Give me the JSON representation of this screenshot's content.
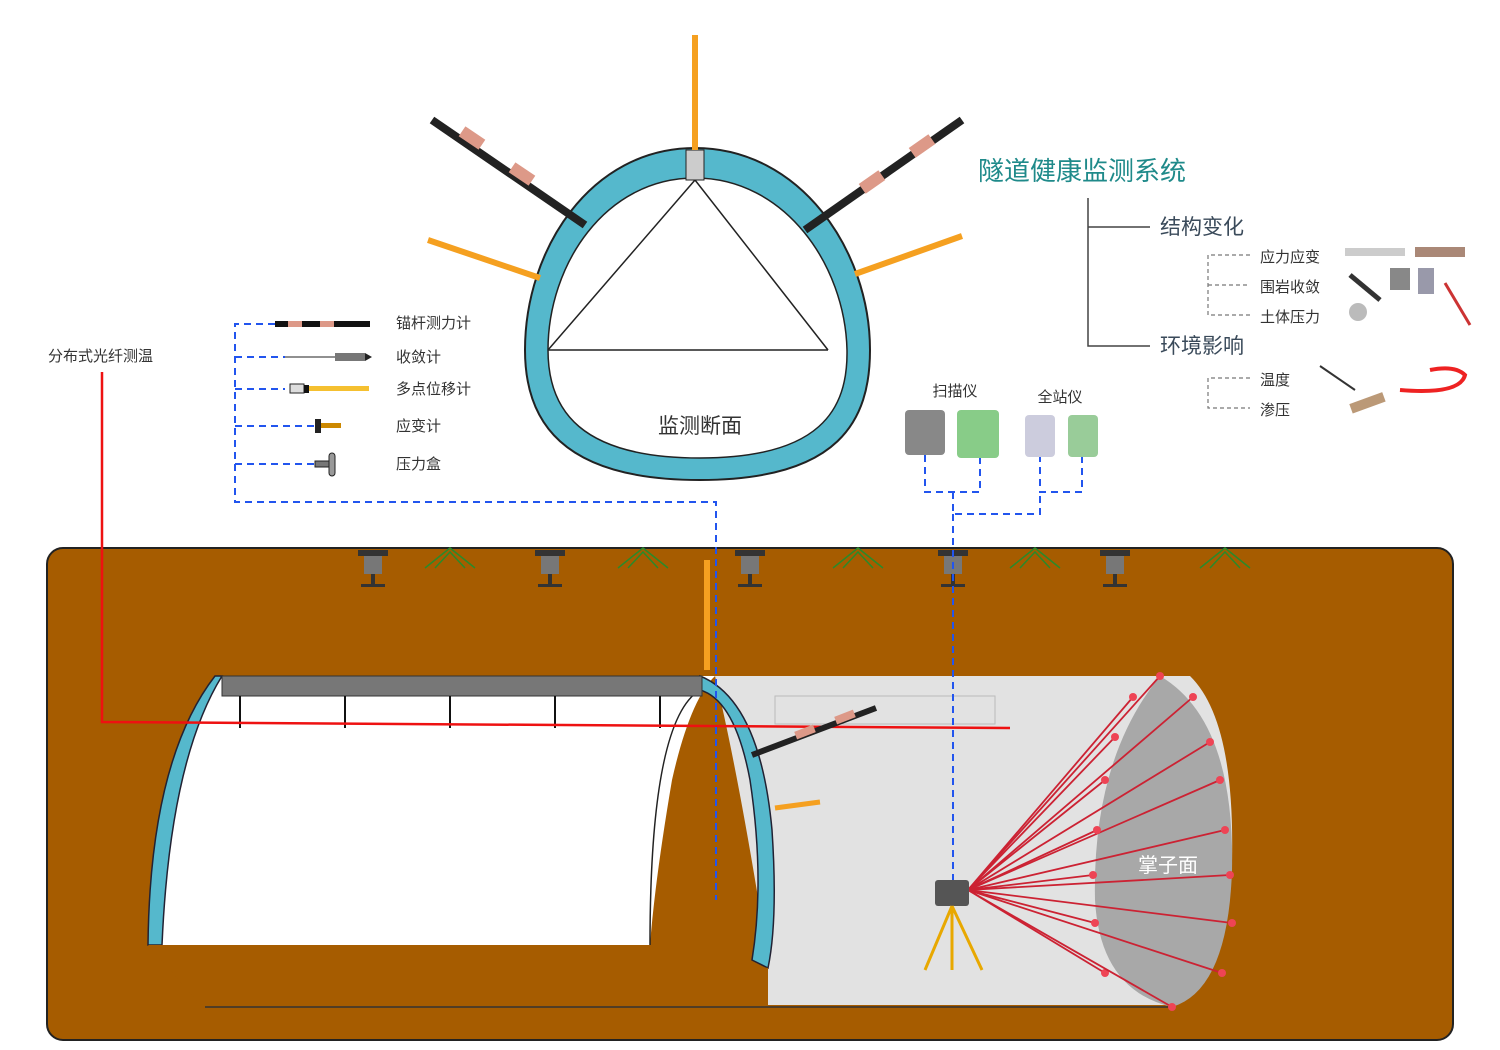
{
  "title": "隧道健康监测系统",
  "colors": {
    "ground": "#a65c00",
    "lining": "#55b8cc",
    "title": "#1f8a8a",
    "dash": "#2255ee",
    "fiber": "#ee1111",
    "ray": "#cc2233"
  },
  "tree": {
    "groups": [
      {
        "label": "结构变化",
        "items": [
          "应力应变",
          "围岩收敛",
          "土体压力"
        ]
      },
      {
        "label": "环境影响",
        "items": [
          "温度",
          "渗压"
        ]
      }
    ]
  },
  "legend": {
    "items": [
      "锚杆测力计",
      "收敛计",
      "多点位移计",
      "应变计",
      "压力盒"
    ]
  },
  "fiber_label": "分布式光纤测温",
  "section_label": "监测断面",
  "instruments": {
    "scanner": "扫描仪",
    "total_station": "全站仪"
  },
  "face_label": "掌子面"
}
